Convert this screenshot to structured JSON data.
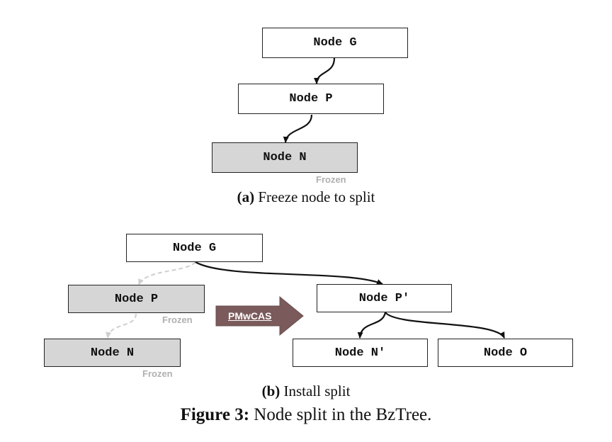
{
  "diagram_a": {
    "node_g": "Node G",
    "node_p": "Node P",
    "node_n": "Node N",
    "frozen_label": "Frozen",
    "caption_prefix": "(a)",
    "caption_text": " Freeze node to split"
  },
  "diagram_b": {
    "node_g": "Node G",
    "node_p": "Node P",
    "node_n": "Node N",
    "node_p_prime": "Node P′",
    "node_n_prime": "Node N′",
    "node_o": "Node O",
    "frozen_p": "Frozen",
    "frozen_n": "Frozen",
    "arrow_label": "PMwCAS",
    "caption_prefix": "(b)",
    "caption_text": " Install split"
  },
  "figure": {
    "label": "Figure 3:",
    "title": " Node split in the BzTree."
  },
  "colors": {
    "frozen_fill": "#d6d6d6",
    "frozen_text": "#b0b0b0",
    "pmwcas_arrow": "#7a5a5a"
  }
}
